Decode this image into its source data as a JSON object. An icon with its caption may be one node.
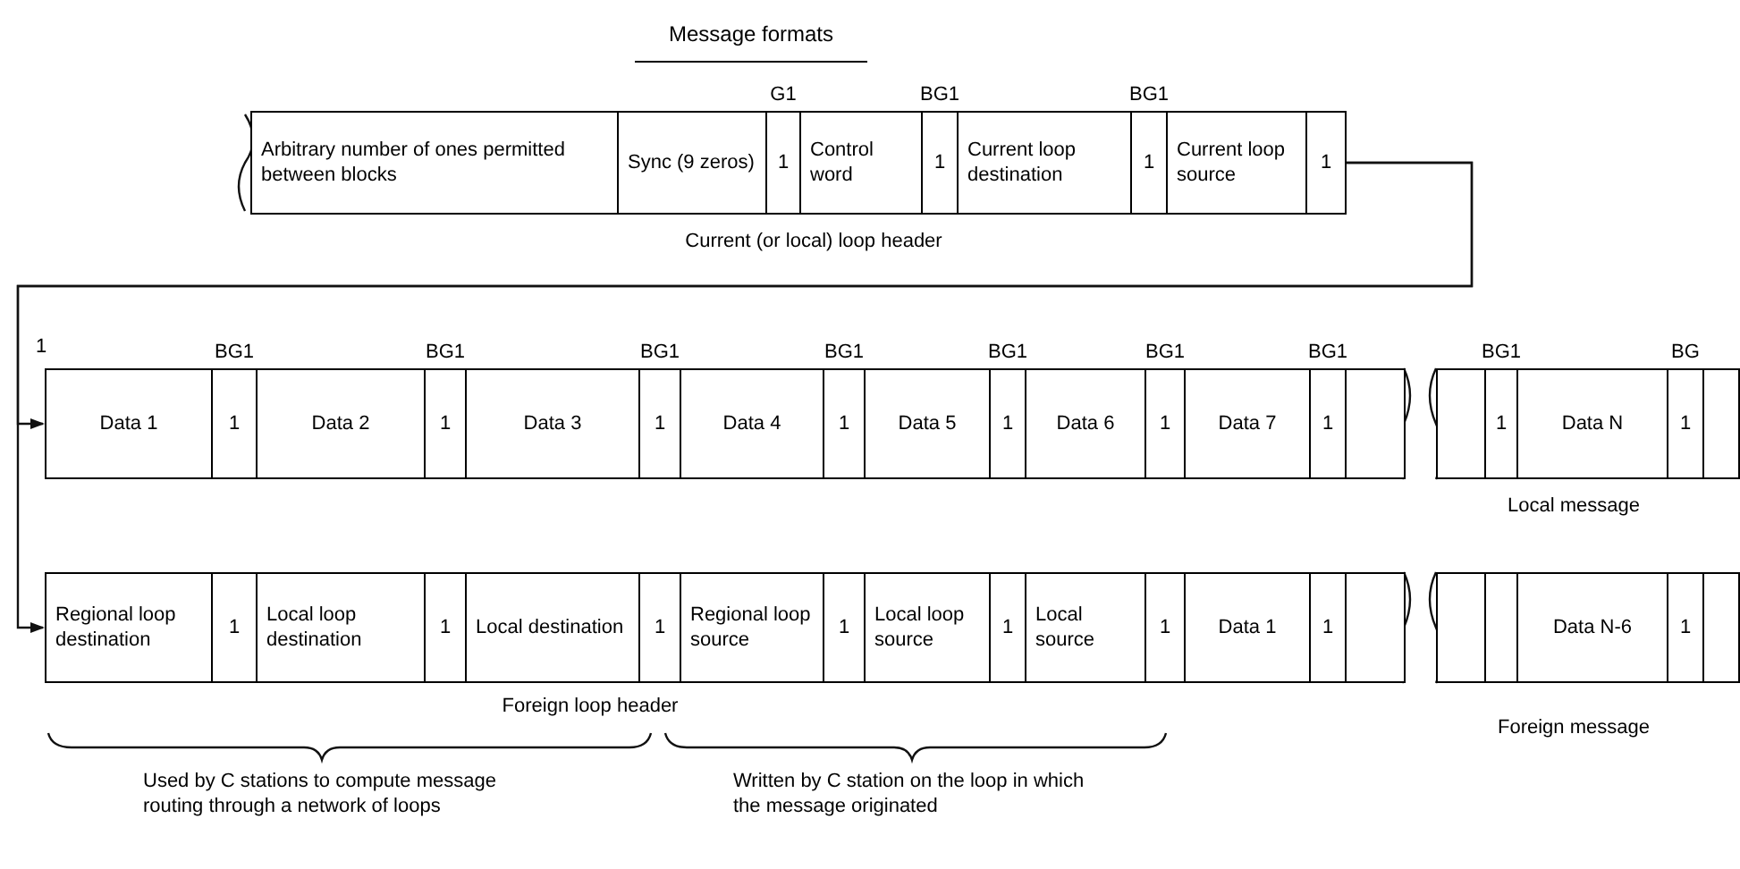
{
  "diagram": {
    "title": "Message formats",
    "nodes": [
      {
        "text": [
          "Arbitrary number of ones permitted between blocks"
        ]
      },
      {
        "text": [
          "Sync (9 zeros)"
        ]
      },
      {
        "text": [
          "1"
        ],
        "beside": [
          "G1"
        ]
      },
      {
        "text": [
          "Control word"
        ]
      },
      {
        "text": [
          "1"
        ],
        "beside": [
          "BG1"
        ]
      },
      {
        "text": [
          "Current loop destination"
        ]
      },
      {
        "text": [
          "1"
        ],
        "beside": [
          "BG1"
        ]
      },
      {
        "text": [
          "Current loop source"
        ]
      },
      {
        "text": [
          "1"
        ]
      },
      {
        "text": [
          "Data 1"
        ]
      },
      {
        "text": [
          "1"
        ],
        "beside": [
          "BG1"
        ]
      },
      {
        "text": [
          "Data 2"
        ]
      },
      {
        "text": [
          "1"
        ],
        "beside": [
          "BG1"
        ]
      },
      {
        "text": [
          "Data 3"
        ]
      },
      {
        "text": [
          "1"
        ],
        "beside": [
          "BG1"
        ]
      },
      {
        "text": [
          "Data 4"
        ]
      },
      {
        "text": [
          "1"
        ],
        "beside": [
          "BG1"
        ]
      },
      {
        "text": [
          "Data 5"
        ]
      },
      {
        "text": [
          "1"
        ],
        "beside": [
          "BG1"
        ]
      },
      {
        "text": [
          "Data 6"
        ]
      },
      {
        "text": [
          "1"
        ],
        "beside": [
          "BG1"
        ]
      },
      {
        "text": [
          "Data 7"
        ]
      },
      {
        "text": [
          "1"
        ],
        "beside": [
          "BG1"
        ]
      },
      {
        "text": [],
        "shape": "box"
      },
      {
        "text": [],
        "shape": "box"
      },
      {
        "text": [
          "1"
        ],
        "beside": [
          "BG1"
        ]
      },
      {
        "text": [
          "Data N"
        ]
      },
      {
        "text": [
          "1"
        ],
        "beside": [
          "BG"
        ]
      },
      {
        "text": [],
        "shape": "box"
      },
      {
        "text": [
          "Regional loop destination"
        ]
      },
      {
        "text": [
          "1"
        ]
      },
      {
        "text": [
          "Local loop destination"
        ]
      },
      {
        "text": [
          "1"
        ]
      },
      {
        "text": [
          "Local destination"
        ]
      },
      {
        "text": [
          "1"
        ]
      },
      {
        "text": [
          "Regional loop source"
        ]
      },
      {
        "text": [
          "1"
        ]
      },
      {
        "text": [
          "Local loop source"
        ]
      },
      {
        "text": [
          "1"
        ]
      },
      {
        "text": [
          "Local source"
        ]
      },
      {
        "text": [
          "1"
        ]
      },
      {
        "text": [
          "Data 1"
        ]
      },
      {
        "text": [
          "1"
        ]
      },
      {
        "text": [],
        "shape": "box"
      },
      {
        "text": [],
        "shape": "box"
      },
      {
        "text": [],
        "shape": "box"
      },
      {
        "text": [
          "Data N-6"
        ]
      },
      {
        "text": [
          "1"
        ]
      },
      {
        "text": [],
        "shape": "box"
      }
    ],
    "edges": [
      {
        "from": 8,
        "to": 9,
        "arrow": "to"
      },
      {
        "from": 8,
        "to": 29,
        "arrow": "to"
      }
    ],
    "labels": [
      "Current (or local) loop header",
      "1",
      "Local message",
      "Foreign loop header",
      "Foreign message",
      "Used by C stations to compute message routing through a network of loops",
      "Written by C station on the loop in which the message originated"
    ]
  }
}
